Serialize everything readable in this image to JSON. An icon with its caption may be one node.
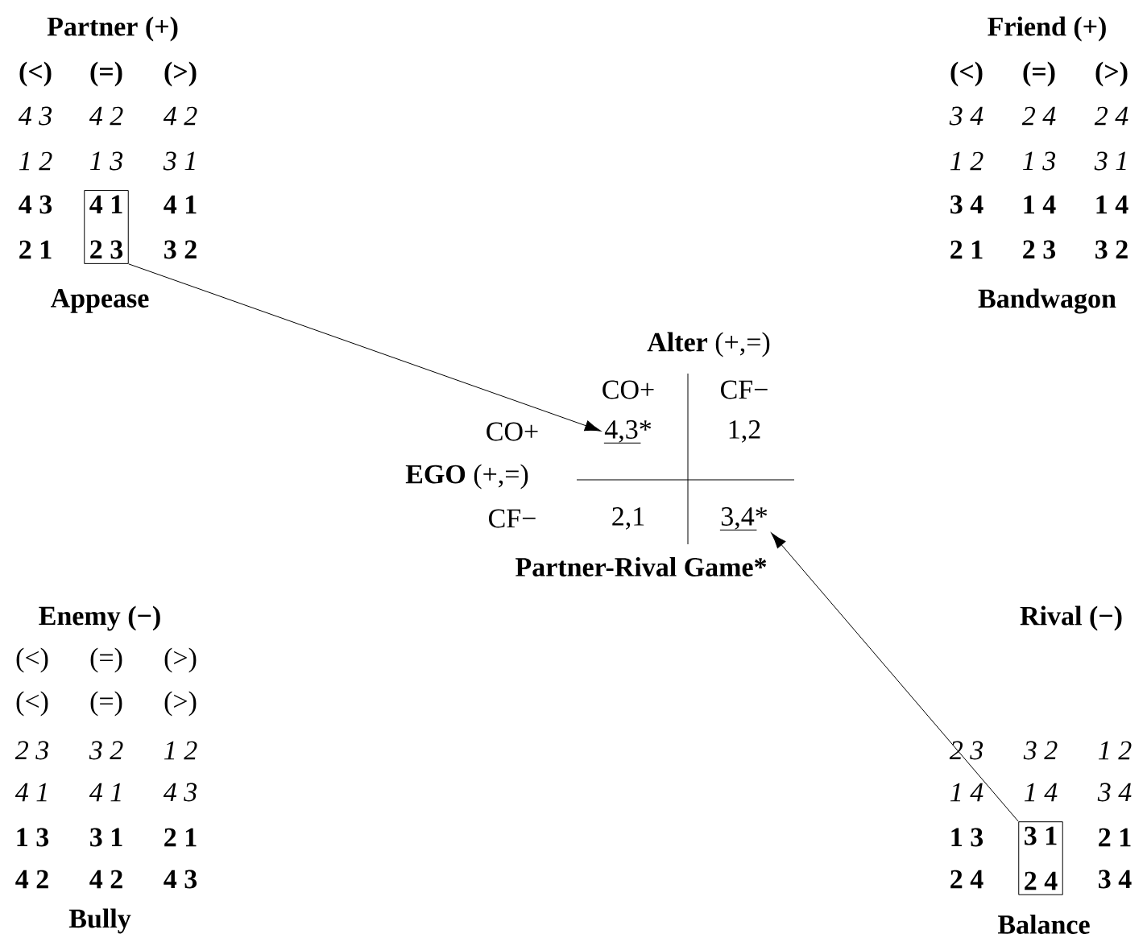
{
  "diagram": {
    "nodes": [
      {
        "text": [
          "4 1",
          "2 3"
        ]
      },
      {
        "text": [
          "4,3*"
        ]
      },
      {
        "text": [
          "3,4*"
        ]
      },
      {
        "text": [
          "3 1",
          "2 4"
        ]
      }
    ],
    "edges": [
      {
        "from": 0,
        "to": 1,
        "arrow": "to"
      },
      {
        "from": 3,
        "to": 2,
        "arrow": "to"
      }
    ],
    "labels": [
      "Partner (+)",
      "(<)",
      "(=)",
      "(>)",
      "4 3",
      "4 2",
      "4 2",
      "1 2",
      "1 3",
      "3 1",
      "4 3",
      "4 1",
      "2 1",
      "3 2",
      "Appease",
      "Friend (+)",
      "(<)",
      "(=)",
      "(>)",
      "3 4",
      "2 4",
      "2 4",
      "1 2",
      "1 3",
      "3 1",
      "3 4",
      "1 4",
      "1 4",
      "2 1",
      "2 3",
      "3 2",
      "Bandwagon",
      "**Alter** (+,=)",
      "CO+",
      "CF−",
      "CO+",
      "1,2",
      "**EGO** (+,=)",
      "CF−",
      "2,1",
      "Partner-Rival Game*",
      "Enemy (−)",
      "(<)",
      "(=)",
      "(>)",
      "(<)",
      "(=)",
      "(>)",
      "2 3",
      "3 2",
      "1 2",
      "4 1",
      "4 1",
      "4 3",
      "1 3",
      "3 1",
      "2 1",
      "4 2",
      "4 2",
      "4 3",
      "Bully",
      "Rival (−)",
      "2 3",
      "3 2",
      "1 2",
      "1 4",
      "1 4",
      "3 4",
      "1 3",
      "2 1",
      "2 4",
      "3 4",
      "Balance"
    ]
  }
}
